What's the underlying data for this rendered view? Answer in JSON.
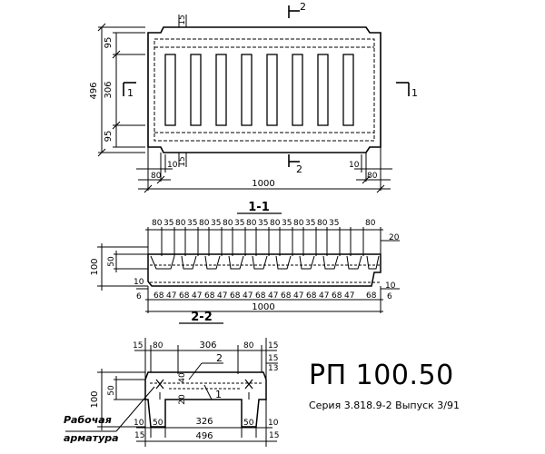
{
  "title": "РП 100.50",
  "series": "Серия 3.818.9-2 Выпуск 3/91",
  "plan": {
    "dims": {
      "total_height": "496",
      "top_band": "95",
      "middle": "306",
      "bottom_band": "95",
      "notch_top": "15",
      "notch_bottom": "15",
      "end_left": "80",
      "end_right": "80",
      "gap_left": "10",
      "gap_right": "10",
      "total_length": "1000"
    },
    "cut_marks": {
      "section_1": "1",
      "section_2": "2"
    }
  },
  "section_1_1": {
    "title": "1-1",
    "top_dims": [
      "80",
      "35",
      "80",
      "35",
      "80",
      "35",
      "80",
      "35",
      "80",
      "35",
      "80",
      "35",
      "80",
      "35",
      "80",
      "35",
      "80"
    ],
    "bottom_dims": [
      "68",
      "47",
      "68",
      "47",
      "68",
      "47",
      "68",
      "47",
      "68",
      "47",
      "68",
      "47",
      "68",
      "47",
      "68",
      "47",
      "68"
    ],
    "height": "100",
    "depth": "50",
    "top_right": "20",
    "left_10": "10",
    "left_6": "6",
    "right_10": "10",
    "right_6": "6",
    "total_length": "1000"
  },
  "section_2_2": {
    "title": "2-2",
    "top_dims": [
      "15",
      "80",
      "306",
      "80",
      "15"
    ],
    "right_side": [
      "15",
      "13"
    ],
    "left_height": "100",
    "left_depth": "50",
    "left_small": "10",
    "inner_40": "40",
    "inner_20": "20",
    "bottom_dims": [
      "10",
      "50",
      "326",
      "50",
      "10"
    ],
    "bottom_15_left": "15",
    "bottom_15_right": "15",
    "total_width": "496",
    "callout_1": "1",
    "callout_2": "2",
    "rebar_label_1": "Рабочая",
    "rebar_label_2": "арматура"
  }
}
